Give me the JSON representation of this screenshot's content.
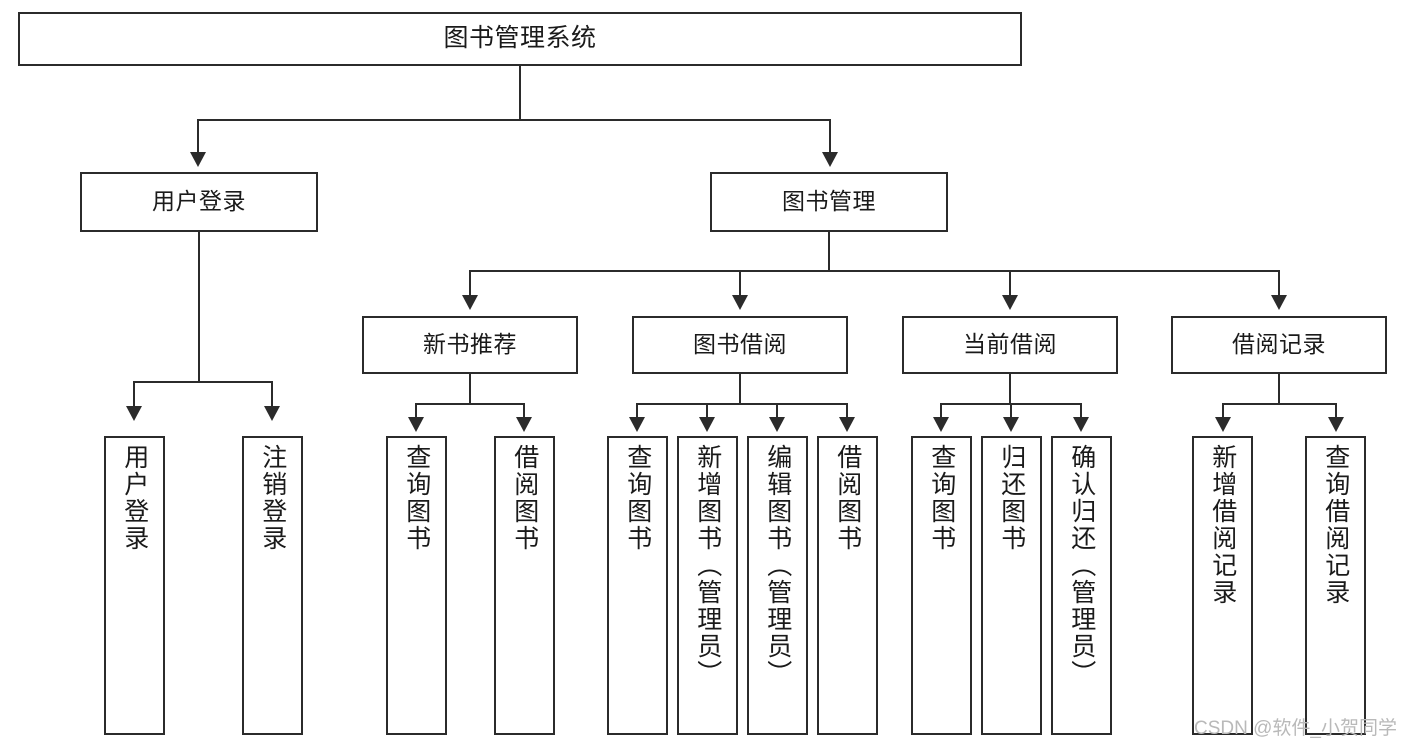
{
  "diagram": {
    "type": "tree",
    "title": "图书管理系统",
    "watermark": "CSDN @软件_小贺同学",
    "colors": {
      "stroke": "#2b2b2b",
      "fill": "#ffffff",
      "text": "#1a1a1a",
      "watermark": "#b9b9b9"
    },
    "nodes": {
      "root": {
        "label": "图书管理系统"
      },
      "level2": [
        {
          "id": "user-login",
          "label": "用户登录"
        },
        {
          "id": "book-manage",
          "label": "图书管理"
        }
      ],
      "level3": [
        {
          "id": "new-book-recommend",
          "label": "新书推荐"
        },
        {
          "id": "book-borrow",
          "label": "图书借阅"
        },
        {
          "id": "current-borrow",
          "label": "当前借阅"
        },
        {
          "id": "borrow-record",
          "label": "借阅记录"
        }
      ],
      "leaves": {
        "user_login": [
          {
            "id": "leaf-user-login",
            "label": "用户登录"
          },
          {
            "id": "leaf-user-logout",
            "label": "注销登录"
          }
        ],
        "new_book_recommend": [
          {
            "id": "leaf-query-book-1",
            "label": "查询图书"
          },
          {
            "id": "leaf-borrow-book-1",
            "label": "借阅图书"
          }
        ],
        "book_borrow": [
          {
            "id": "leaf-query-book-2",
            "label": "查询图书"
          },
          {
            "id": "leaf-add-book",
            "label": "新增图书（管理员）"
          },
          {
            "id": "leaf-edit-book",
            "label": "编辑图书（管理员）"
          },
          {
            "id": "leaf-borrow-book-2",
            "label": "借阅图书"
          }
        ],
        "current_borrow": [
          {
            "id": "leaf-query-book-3",
            "label": "查询图书"
          },
          {
            "id": "leaf-return-book",
            "label": "归还图书"
          },
          {
            "id": "leaf-confirm-return",
            "label": "确认归还（管理员）"
          }
        ],
        "borrow_record": [
          {
            "id": "leaf-add-record",
            "label": "新增借阅记录"
          },
          {
            "id": "leaf-query-record",
            "label": "查询借阅记录"
          }
        ]
      }
    }
  }
}
